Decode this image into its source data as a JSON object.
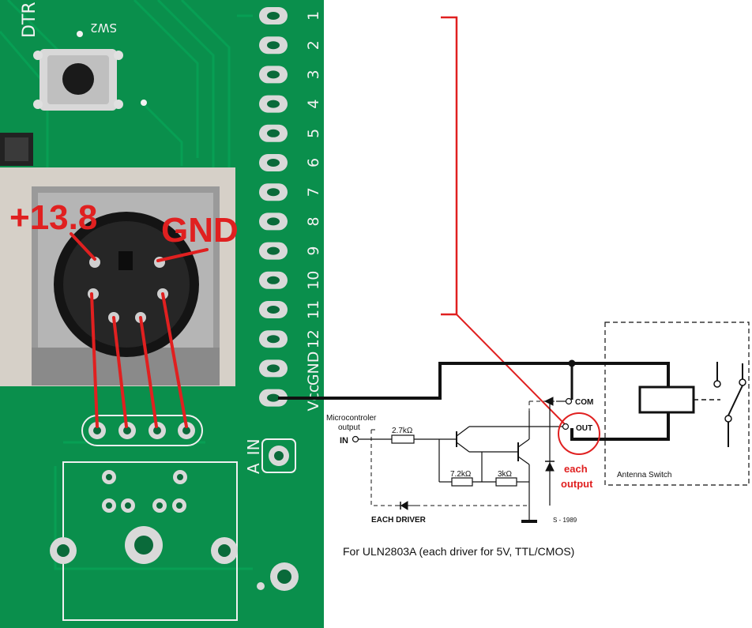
{
  "pcb": {
    "header_labels": [
      "1",
      "2",
      "3",
      "4",
      "5",
      "6",
      "7",
      "8",
      "9",
      "10",
      "11",
      "12",
      "GND",
      "Vcc"
    ],
    "dtr_label": "DTR",
    "switch_label": "SW2",
    "analog_input_label": "A_IN"
  },
  "connector": {
    "pin_power_label": "+13.8",
    "pin_ground_label": "GND"
  },
  "schematic": {
    "source_label_line1": "Microcontroler",
    "source_label_line2": "output",
    "input_label": "IN",
    "r_input": "2.7kΩ",
    "r_bias1": "7.2kΩ",
    "r_bias2": "3kΩ",
    "com_label": "COM",
    "out_label": "OUT",
    "each_driver_label": "EACH  DRIVER",
    "drawing_ref": "S - 1989",
    "annotation_line1": "each",
    "annotation_line2": "output",
    "antenna_switch_label": "Antenna Switch"
  },
  "caption": "For ULN2803A (each driver for 5V, TTL/CMOS)",
  "colors": {
    "pcb_green": "#0a8f4c",
    "annotation_red": "#e02020",
    "wire_black": "#111111"
  }
}
